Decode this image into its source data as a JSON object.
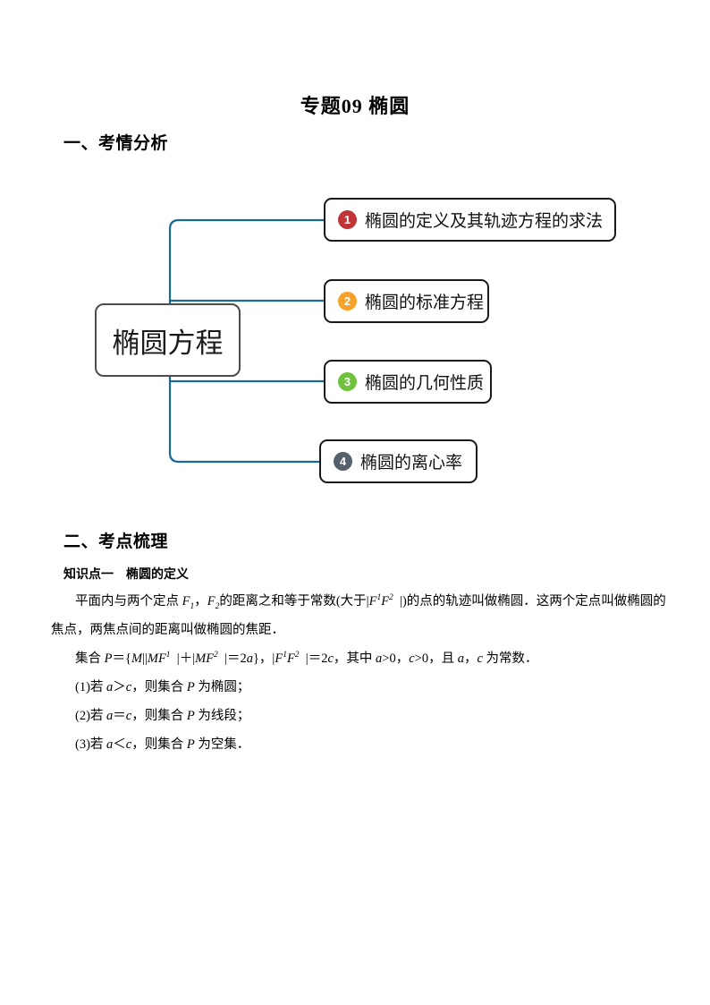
{
  "page": {
    "title": "专题09 椭圆"
  },
  "sections": {
    "s1_heading": "一、考情分析",
    "s2_heading": "二、考点梳理",
    "kp1_heading": "知识点一　椭圆的定义"
  },
  "mindmap": {
    "root_label": "椭圆方程",
    "line_color": "#176a96",
    "branches": [
      {
        "num": "1",
        "color": "#c13537",
        "label": "椭圆的定义及其轨迹方程的求法"
      },
      {
        "num": "2",
        "color": "#f5a12a",
        "label": "椭圆的标准方程"
      },
      {
        "num": "3",
        "color": "#6fc13e",
        "label": "椭圆的几何性质"
      },
      {
        "num": "4",
        "color": "#565f6c",
        "label": "椭圆的离心率"
      }
    ]
  },
  "content": {
    "lines": [
      [
        {
          "t": "平面内与两个定点 "
        },
        {
          "t": "F",
          "k": "it"
        },
        {
          "t": "1",
          "k": "sub"
        },
        {
          "t": "，"
        },
        {
          "t": "F",
          "k": "it"
        },
        {
          "t": "2",
          "k": "sub"
        },
        {
          "t": "的距离之和等于常数(大于|"
        },
        {
          "t": "F",
          "k": "it"
        },
        {
          "t": "1",
          "k": "sup"
        },
        {
          "t": "F",
          "k": "it"
        },
        {
          "t": "2",
          "k": "sup"
        },
        {
          "t": "  |)的点的轨迹叫做椭圆．这两个定点叫做椭圆的"
        }
      ],
      [
        {
          "t": "焦点，两焦点间的距离叫做椭圆的焦距．"
        }
      ],
      [
        {
          "t": "集合 "
        },
        {
          "t": "P",
          "k": "it"
        },
        {
          "t": "＝{"
        },
        {
          "t": "M",
          "k": "it"
        },
        {
          "t": "||"
        },
        {
          "t": "MF",
          "k": "it"
        },
        {
          "t": "1",
          "k": "sup"
        },
        {
          "t": "  |＋|"
        },
        {
          "t": "MF",
          "k": "it"
        },
        {
          "t": "2",
          "k": "sup"
        },
        {
          "t": "  |＝2"
        },
        {
          "t": "a",
          "k": "it"
        },
        {
          "t": "}，|"
        },
        {
          "t": "F",
          "k": "it"
        },
        {
          "t": "1",
          "k": "sup"
        },
        {
          "t": "F",
          "k": "it"
        },
        {
          "t": "2",
          "k": "sup"
        },
        {
          "t": "  |＝2"
        },
        {
          "t": "c",
          "k": "it"
        },
        {
          "t": "，其中 "
        },
        {
          "t": "a",
          "k": "it"
        },
        {
          "t": ">0，"
        },
        {
          "t": "c",
          "k": "it"
        },
        {
          "t": ">0，且 "
        },
        {
          "t": "a",
          "k": "it"
        },
        {
          "t": "，"
        },
        {
          "t": "c",
          "k": "it"
        },
        {
          "t": " 为常数．"
        }
      ],
      [
        {
          "t": "(1)若 "
        },
        {
          "t": "a",
          "k": "it"
        },
        {
          "t": "＞"
        },
        {
          "t": "c",
          "k": "it"
        },
        {
          "t": "，则集合 "
        },
        {
          "t": "P",
          "k": "it"
        },
        {
          "t": " 为椭圆；"
        }
      ],
      [
        {
          "t": "(2)若 "
        },
        {
          "t": "a",
          "k": "it"
        },
        {
          "t": "＝"
        },
        {
          "t": "c",
          "k": "it"
        },
        {
          "t": "，则集合 "
        },
        {
          "t": "P",
          "k": "it"
        },
        {
          "t": " 为线段；"
        }
      ],
      [
        {
          "t": "(3)若 "
        },
        {
          "t": "a",
          "k": "it"
        },
        {
          "t": "＜"
        },
        {
          "t": "c",
          "k": "it"
        },
        {
          "t": "，则集合 "
        },
        {
          "t": "P",
          "k": "it"
        },
        {
          "t": " 为空集．"
        }
      ]
    ]
  }
}
